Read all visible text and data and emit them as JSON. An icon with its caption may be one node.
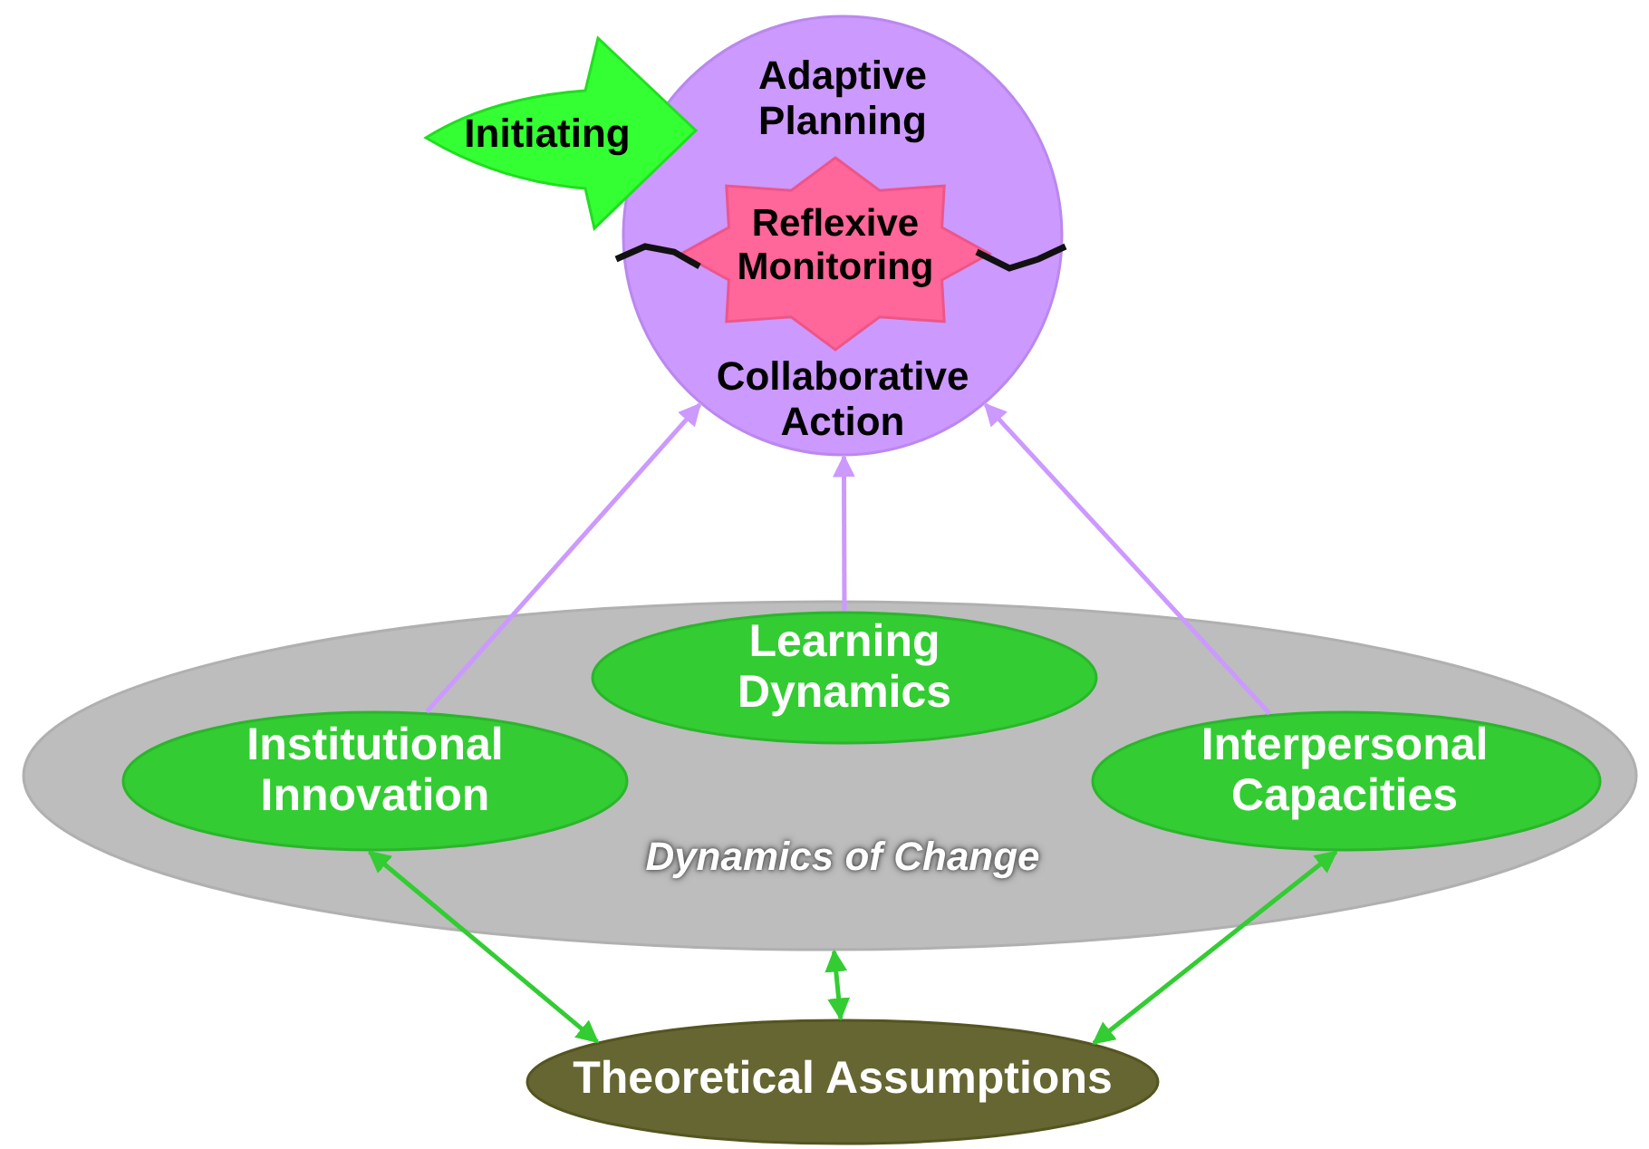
{
  "diagram": {
    "nodes": [
      {
        "text": [
          "Adaptive Planning",
          "Collaborative Action"
        ]
      },
      {
        "text": [
          "Initiating"
        ]
      },
      {
        "text": [
          "Reflexive Monitoring"
        ],
        "in": 0
      },
      {
        "text": [
          "Dynamics of Change"
        ]
      },
      {
        "text": [
          "Institutional Innovation"
        ],
        "in": 3
      },
      {
        "text": [
          "Learning Dynamics"
        ],
        "in": 3
      },
      {
        "text": [
          "Interpersonal Capacities"
        ],
        "in": 3
      },
      {
        "text": [
          "Theoretical Assumptions"
        ]
      }
    ],
    "edges": [
      {
        "from": 4,
        "to": 0,
        "arrow": "to",
        "color": "#cc99ff"
      },
      {
        "from": 5,
        "to": 0,
        "arrow": "to",
        "color": "#cc99ff"
      },
      {
        "from": 6,
        "to": 0,
        "arrow": "to",
        "color": "#cc99ff"
      },
      {
        "from": 4,
        "to": 7,
        "arrow": "both",
        "color": "#33cc33"
      },
      {
        "from": 3,
        "to": 7,
        "arrow": "both",
        "color": "#33cc33"
      },
      {
        "from": 6,
        "to": 7,
        "arrow": "both",
        "color": "#33cc33"
      }
    ]
  }
}
